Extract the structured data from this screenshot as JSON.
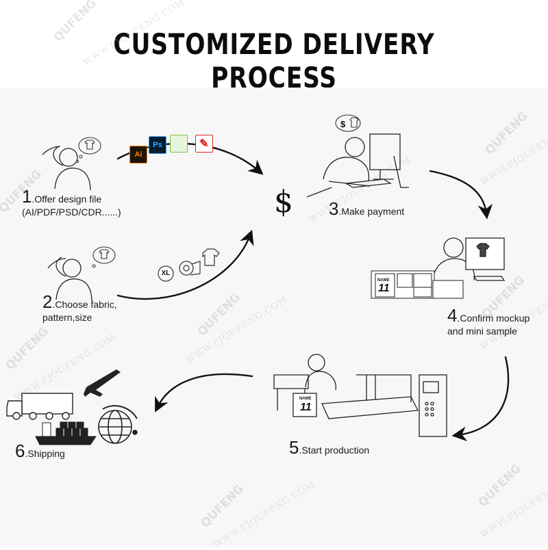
{
  "title": "CUSTOMIZED DELIVERY PROCESS",
  "steps": [
    {
      "num": "1",
      "text_line1": ".Offer design file",
      "text_line2": "(AI/PDF/PSD/CDR......)"
    },
    {
      "num": "2",
      "text_line1": ".Choose fabric,",
      "text_line2": "pattern,size"
    },
    {
      "num": "3",
      "text_line1": ".Make payment"
    },
    {
      "num": "4",
      "text_line1": ".Confirm mockup",
      "text_line2": "and mini sample"
    },
    {
      "num": "5",
      "text_line1": ".Start production"
    },
    {
      "num": "6",
      "text_line1": ".Shipping"
    }
  ],
  "icons": {
    "ai": "Ai",
    "ps": "Ps",
    "size_badge": "XL",
    "currency": "$",
    "jersey_name": "NAME",
    "jersey_number": "11"
  },
  "watermark": {
    "brand": "QUFENG",
    "site": "WWW.FJQUFENG.COM"
  },
  "colors": {
    "ai": "#ff7c00",
    "ps": "#31a8ff",
    "pdf": "#d6261c",
    "green_doc": "#7cc242"
  }
}
